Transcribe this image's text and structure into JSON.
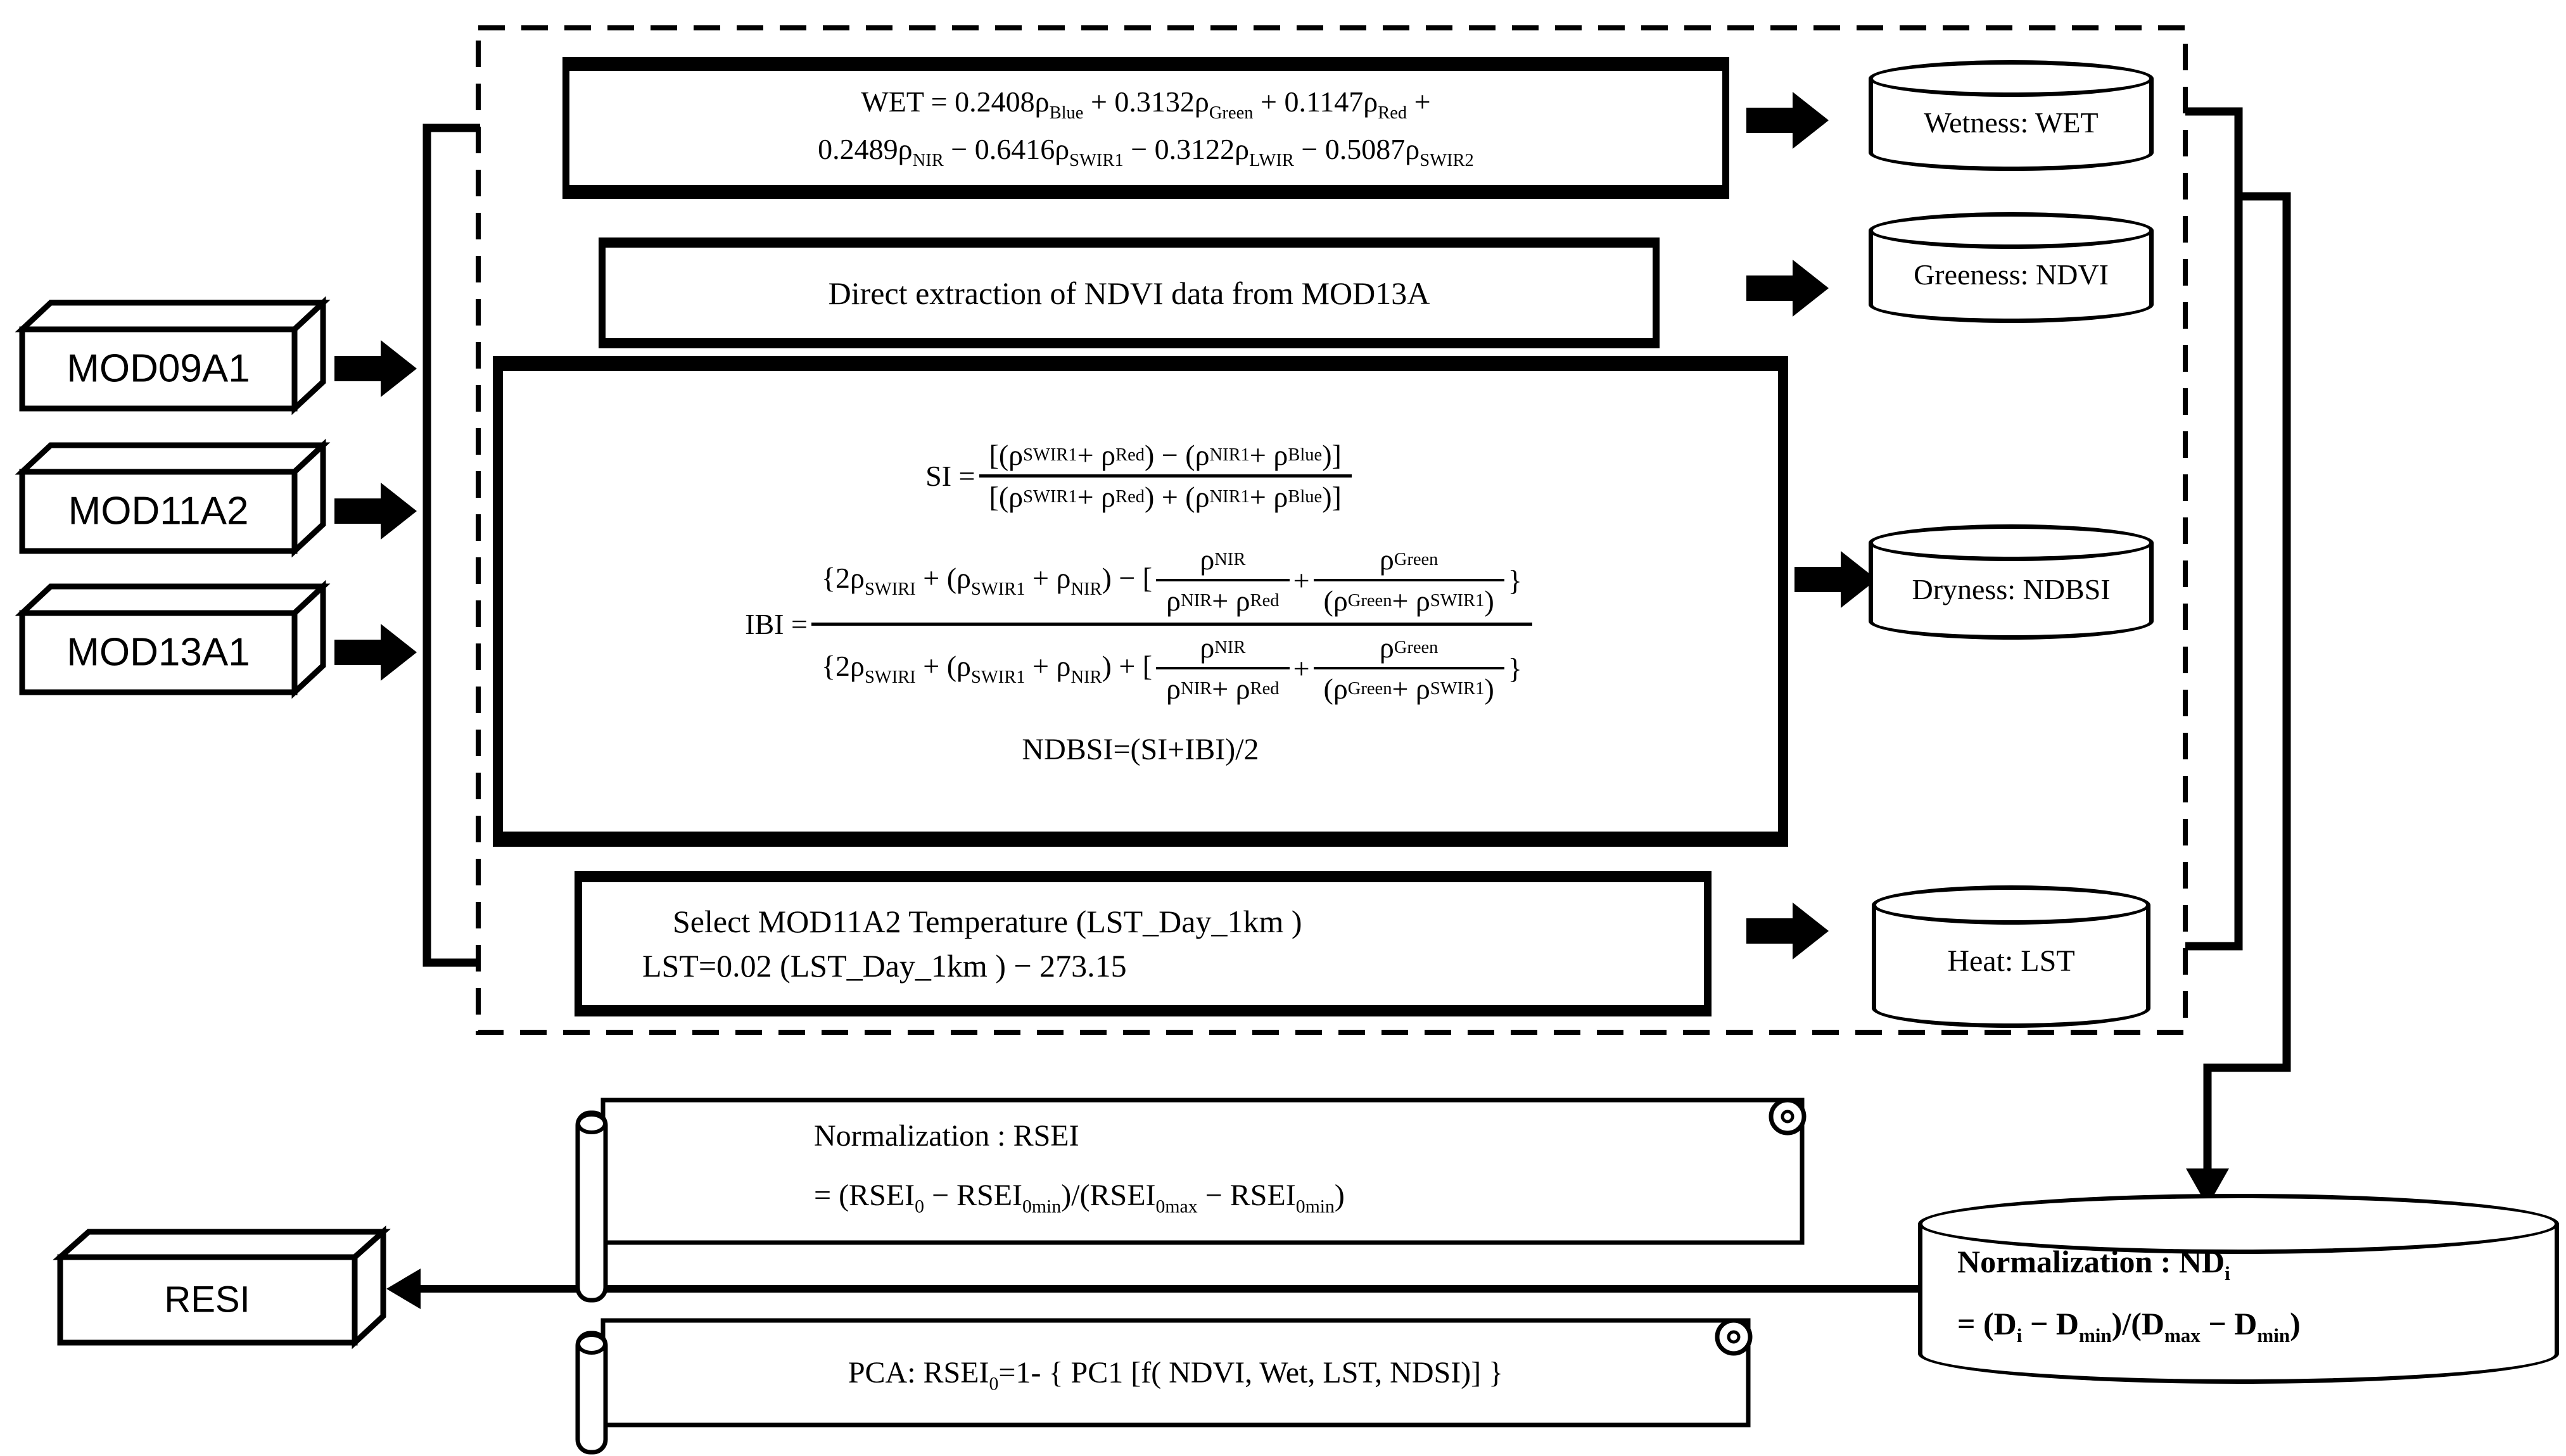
{
  "colors": {
    "ink": "#000000",
    "paper": "#ffffff"
  },
  "sources": {
    "mod09a1": "MOD09A1",
    "mod11a2": "MOD11A2",
    "mod13a1": "MOD13A1"
  },
  "result_box": {
    "label": "RESI"
  },
  "wet_box": {
    "line1": [
      {
        "t": "WET = 0.2408ρ"
      },
      {
        "sub": "Blue"
      },
      {
        "t": " + 0.3132ρ"
      },
      {
        "sub": "Green"
      },
      {
        "t": " + 0.1147ρ"
      },
      {
        "sub": "Red"
      },
      {
        "t": " +"
      }
    ],
    "line2": [
      {
        "t": "0.2489ρ"
      },
      {
        "sub": "NIR"
      },
      {
        "t": " − 0.6416ρ"
      },
      {
        "sub": "SWIR1"
      },
      {
        "t": " − 0.3122ρ"
      },
      {
        "sub": "LWIR"
      },
      {
        "t": " − 0.5087ρ"
      },
      {
        "sub": "SWIR2"
      }
    ]
  },
  "ndvi_box": {
    "text": "Direct extraction of NDVI data from MOD13A"
  },
  "si_ibi_box": {
    "si": {
      "lhs": "SI =",
      "num": [
        {
          "t": "[(ρ"
        },
        {
          "sub": "SWIR1"
        },
        {
          "t": " + ρ"
        },
        {
          "sub": "Red"
        },
        {
          "t": ") − (ρ"
        },
        {
          "sub": "NIR1"
        },
        {
          "t": " + ρ"
        },
        {
          "sub": "Blue"
        },
        {
          "t": ")]"
        }
      ],
      "den": [
        {
          "t": "[(ρ"
        },
        {
          "sub": "SWIR1"
        },
        {
          "t": " + ρ"
        },
        {
          "sub": "Red"
        },
        {
          "t": ") + (ρ"
        },
        {
          "sub": "NIR1"
        },
        {
          "t": " + ρ"
        },
        {
          "sub": "Blue"
        },
        {
          "t": ")]"
        }
      ]
    },
    "ibi": {
      "lhs": "IBI =",
      "num_prefix": [
        {
          "t": "{2ρ"
        },
        {
          "sub": "SWIRI"
        },
        {
          "t": " + (ρ"
        },
        {
          "sub": "SWIR1"
        },
        {
          "t": " + ρ"
        },
        {
          "sub": "NIR"
        },
        {
          "t": ") − ["
        }
      ],
      "den_prefix": [
        {
          "t": "{2ρ"
        },
        {
          "sub": "SWIRI"
        },
        {
          "t": " + (ρ"
        },
        {
          "sub": "SWIR1"
        },
        {
          "t": " + ρ"
        },
        {
          "sub": "NIR"
        },
        {
          "t": ") + ["
        }
      ],
      "frac1_num": [
        {
          "t": "ρ"
        },
        {
          "sub": "NIR"
        }
      ],
      "frac1_den": [
        {
          "t": "ρ"
        },
        {
          "sub": "NIR"
        },
        {
          "t": " + ρ"
        },
        {
          "sub": "Red"
        }
      ],
      "plus": "+",
      "frac2_num": [
        {
          "t": "ρ"
        },
        {
          "sub": "Green"
        }
      ],
      "frac2_den": [
        {
          "t": "(ρ"
        },
        {
          "sub": "Green"
        },
        {
          "t": " + ρ"
        },
        {
          "sub": "SWIR1"
        },
        {
          "t": ")"
        }
      ],
      "suffix": "}"
    },
    "ndbsi_line": "NDBSI=(SI+IBI)/2"
  },
  "lst_box": {
    "line1": "Select MOD11A2 Temperature (LST_Day_1km )",
    "line2": "LST=0.02 (LST_Day_1km ) − 273.15"
  },
  "cylinders": {
    "wetness": "Wetness: WET",
    "greeness": "Greeness: NDVI",
    "dryness": "Dryness: NDBSI",
    "heat": "Heat: LST"
  },
  "nd_cylinder": {
    "line1": [
      {
        "t": "Normalization : ND"
      },
      {
        "sub": "i"
      }
    ],
    "line2": [
      {
        "t": "= (D"
      },
      {
        "sub": "i"
      },
      {
        "t": " − D"
      },
      {
        "sub": "min"
      },
      {
        "t": ")/(D"
      },
      {
        "sub": "max"
      },
      {
        "t": " − D"
      },
      {
        "sub": "min"
      },
      {
        "t": ")"
      }
    ]
  },
  "scroll_rsei": {
    "line1": [
      {
        "t": "Normalization : RSEI"
      }
    ],
    "line2": [
      {
        "t": "= (RSEI"
      },
      {
        "sub": "0"
      },
      {
        "t": " − RSEI"
      },
      {
        "sub": "0min"
      },
      {
        "t": ")/(RSEI"
      },
      {
        "sub": "0max"
      },
      {
        "t": " − RSEI"
      },
      {
        "sub": "0min"
      },
      {
        "t": ")"
      }
    ]
  },
  "scroll_pca": {
    "line": [
      {
        "t": "PCA: RSEI"
      },
      {
        "sub": "0"
      },
      {
        "t": "=1- { PC1  [f( NDVI,  Wet,  LST,  NDSI)] }"
      }
    ]
  }
}
